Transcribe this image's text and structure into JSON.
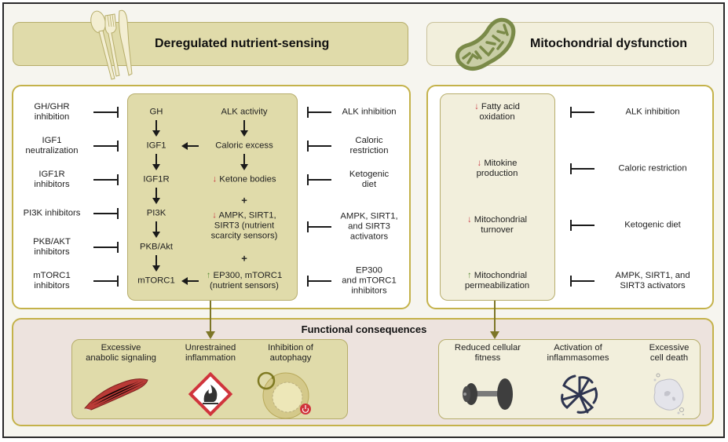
{
  "sections": {
    "left_title": "Deregulated nutrient-sensing",
    "right_title": "Mitochondrial dysfunction",
    "consequences_title": "Functional consequences"
  },
  "left_panel": {
    "inhibitors_left": [
      {
        "line1": "GH/GHR",
        "line2": "inhibition"
      },
      {
        "line1": "IGF1",
        "line2": "neutralization"
      },
      {
        "line1": "IGF1R",
        "line2": "inhibitors"
      },
      {
        "line1": "PI3K inhibitors",
        "line2": ""
      },
      {
        "line1": "PKB/AKT",
        "line2": "inhibitors"
      },
      {
        "line1": "mTORC1",
        "line2": "inhibitors"
      }
    ],
    "pathway_chain": [
      "GH",
      "IGF1",
      "IGF1R",
      "PI3K",
      "PKB/Akt",
      "mTORC1"
    ],
    "nutrient_chain": [
      {
        "marker": "",
        "line1": "ALK activity",
        "line2": "",
        "line3": ""
      },
      {
        "marker": "",
        "line1": "Caloric excess",
        "line2": "",
        "line3": ""
      },
      {
        "marker": "down",
        "line1": "Ketone bodies",
        "line2": "",
        "line3": ""
      },
      {
        "marker": "down",
        "line1": "AMPK, SIRT1,",
        "line2": "SIRT3 (nutrient",
        "line3": "scarcity sensors)"
      },
      {
        "marker": "up",
        "line1": "EP300, mTORC1",
        "line2": "(nutrient sensors)",
        "line3": ""
      }
    ],
    "plus_sign": "+",
    "interventions_right": [
      {
        "line1": "ALK inhibition",
        "line2": "",
        "line3": ""
      },
      {
        "line1": "Caloric",
        "line2": "restriction",
        "line3": ""
      },
      {
        "line1": "Ketogenic",
        "line2": "diet",
        "line3": ""
      },
      {
        "line1": "AMPK, SIRT1,",
        "line2": "and SIRT3",
        "line3": "activators"
      },
      {
        "line1": "EP300",
        "line2": "and mTORC1",
        "line3": "inhibitors"
      }
    ]
  },
  "right_panel": {
    "defects": [
      {
        "marker": "down",
        "line1": "Fatty acid",
        "line2": "oxidation"
      },
      {
        "marker": "down",
        "line1": "Mitokine",
        "line2": "production"
      },
      {
        "marker": "down",
        "line1": "Mitochondrial",
        "line2": "turnover"
      },
      {
        "marker": "up",
        "line1": "Mitochondrial",
        "line2": "permeabilization"
      }
    ],
    "interventions": [
      {
        "line1": "ALK inhibition",
        "line2": ""
      },
      {
        "line1": "Caloric restriction",
        "line2": ""
      },
      {
        "line1": "Ketogenic diet",
        "line2": ""
      },
      {
        "line1": "AMPK, SIRT1, and",
        "line2": "SIRT3 activators"
      }
    ]
  },
  "markers": {
    "down": "↓",
    "up": "↑"
  },
  "consequences": {
    "left": [
      {
        "line1": "Excessive",
        "line2": "anabolic signaling",
        "icon": "muscle-icon"
      },
      {
        "line1": "Unrestrained",
        "line2": "inflammation",
        "icon": "flammable-hazard-icon"
      },
      {
        "line1": "Inhibition of",
        "line2": "autophagy",
        "icon": "autophagy-cell-icon"
      }
    ],
    "right": [
      {
        "line1": "Reduced cellular",
        "line2": "fitness",
        "icon": "dumbbell-icon"
      },
      {
        "line1": "Activation of",
        "line2": "inflammasomes",
        "icon": "inflammasome-icon"
      },
      {
        "line1": "Excessive",
        "line2": "cell death",
        "icon": "dying-cell-icon"
      }
    ]
  },
  "colors": {
    "down_arrow": "#c93a45",
    "up_arrow": "#5d8f3a",
    "nutrient_box": "#e0dbaa",
    "mito_box": "#f2efdc",
    "panel_border": "#c4b24a",
    "consequences_bg": "#ede3de"
  }
}
